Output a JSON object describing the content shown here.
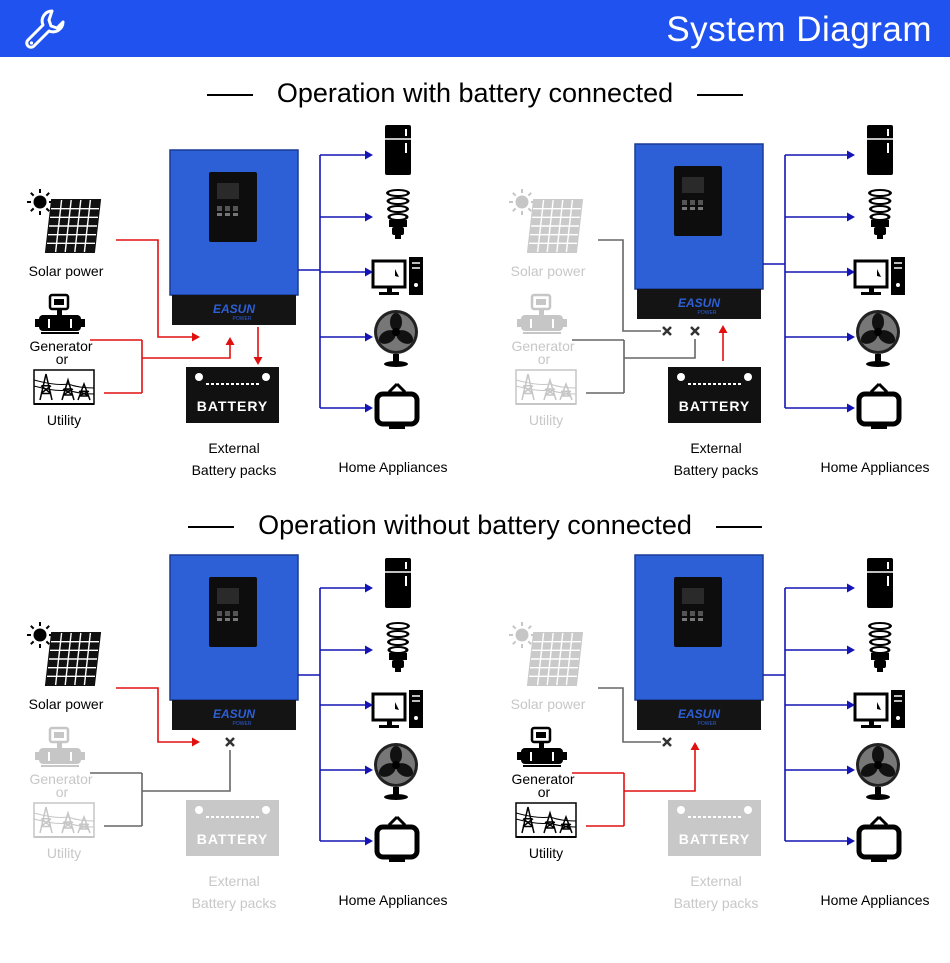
{
  "header": {
    "title": "System Diagram",
    "icon": "wrench-icon",
    "background": "#1f52ee"
  },
  "sections": [
    {
      "title": "Operation with battery connected"
    },
    {
      "title": "Operation without battery connected"
    }
  ],
  "labels": {
    "solar": "Solar power",
    "generator": "Generator",
    "or": "or",
    "utility": "Utility",
    "external": "External",
    "battery_packs": "Battery packs",
    "home_appliances": "Home Appliances",
    "battery_text": "BATTERY",
    "brand": "EASUN",
    "brand_sub": "POWER"
  },
  "colors": {
    "inverter_blue": "#2d5fd6",
    "flow_red": "#e01010",
    "output_blue": "#1414b4",
    "inactive_gray": "#666666",
    "dim_text": "#c7c7c7"
  },
  "diagrams": [
    {
      "id": "with-battery-solar-grid",
      "solar_active": true,
      "grid_active": true,
      "battery_present": true,
      "battery_mode": "charge"
    },
    {
      "id": "with-battery-discharge",
      "solar_active": false,
      "grid_active": false,
      "battery_present": true,
      "battery_mode": "discharge"
    },
    {
      "id": "without-battery-solar",
      "solar_active": true,
      "grid_active": false,
      "battery_present": false,
      "battery_mode": "none"
    },
    {
      "id": "without-battery-grid",
      "solar_active": false,
      "grid_active": true,
      "battery_present": false,
      "battery_mode": "none"
    }
  ]
}
